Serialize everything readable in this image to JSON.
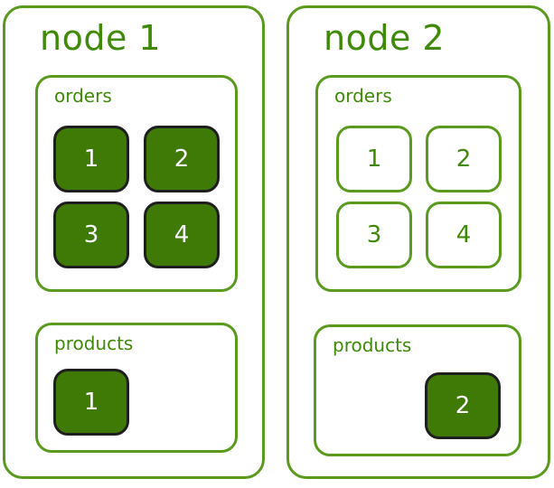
{
  "colors": {
    "outline": "#5a9a1e",
    "primary_fill": "#3f7a07",
    "primary_border": "#1f1f1f",
    "title_text": "#3f8a08"
  },
  "nodes": [
    {
      "title": "node 1",
      "orders": {
        "label": "orders",
        "shards": [
          {
            "label": "1",
            "kind": "primary"
          },
          {
            "label": "2",
            "kind": "primary"
          },
          {
            "label": "3",
            "kind": "primary"
          },
          {
            "label": "4",
            "kind": "primary"
          }
        ]
      },
      "products": {
        "label": "products",
        "shards": [
          {
            "label": "1",
            "kind": "primary"
          }
        ]
      }
    },
    {
      "title": "node 2",
      "orders": {
        "label": "orders",
        "shards": [
          {
            "label": "1",
            "kind": "replica"
          },
          {
            "label": "2",
            "kind": "replica"
          },
          {
            "label": "3",
            "kind": "replica"
          },
          {
            "label": "4",
            "kind": "replica"
          }
        ]
      },
      "products": {
        "label": "products",
        "shards": [
          {
            "label": "2",
            "kind": "primary"
          }
        ]
      }
    }
  ]
}
